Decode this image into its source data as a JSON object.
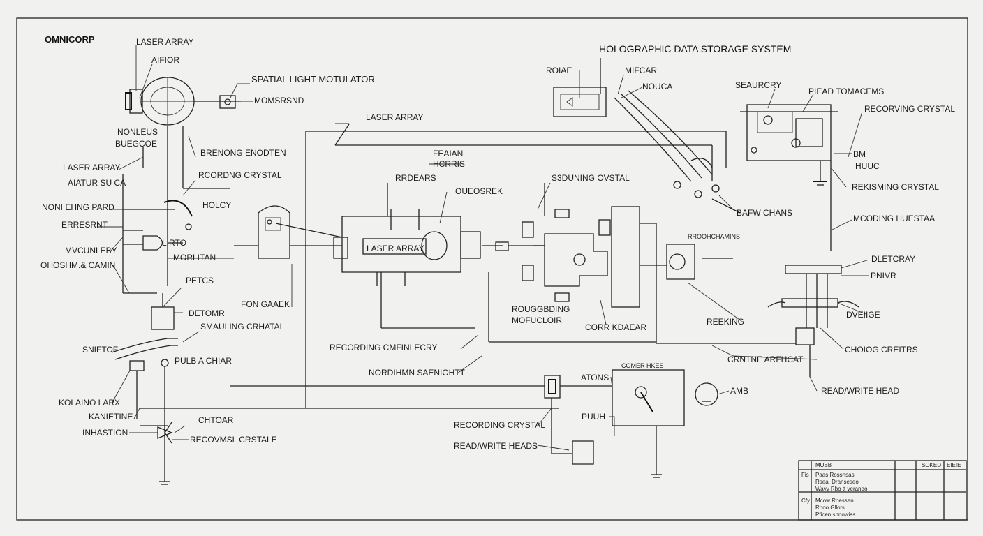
{
  "brand": "OMNICORP",
  "title": "HOLOGRAPHIC DATA STORAGE SYSTEM",
  "labels": {
    "l01": "LASER ARRAY",
    "l02": "AIFIOR",
    "l03": "SPATIAL LIGHT MOTULATOR",
    "l04": "MOMSRSND",
    "l05a": "NONLEUS",
    "l05b": "BUEGCOE",
    "l06": "LASER ARRAY",
    "l07": "AIATUR SU CA",
    "l08": "BRENONG ENODTEN",
    "l09": "RCORDNG CRYSTAL",
    "l10": "HOLCY",
    "l11": "NONI EHNG PARD",
    "l12": "ERRESRNT",
    "l13": "LIRTO",
    "l14": "MVCUNLEBY",
    "l15": "OHOSHM.& CAMIN",
    "l16": "MORLITAN",
    "l17": "PETCS",
    "l18": "DETOMR",
    "l19": "FON GAAEK",
    "l20": "SMAULING CRHATAL",
    "l21": "SNIFTOF",
    "l22": "PULB A CHIAR",
    "l23": "KOLAINO LARX",
    "l24": "KANIETINE",
    "l25": "CHTOAR",
    "l26": "INHASTION",
    "l27": "RECOVMSL CRSTALE",
    "l28": "LASER ARRAY",
    "l29a": "FEAIAN",
    "l29b": "HCRRIS",
    "l30": "RRDEARS",
    "l31": "OUEOSREK",
    "l32": "S3DUNING OVSTAL",
    "l33": "LASER ARRAY",
    "l34a": "ROUGGBDING",
    "l34b": "MOFUCLOIR",
    "l35": "CORR KDAEAR",
    "l36": "RECORDING CMFINLECRY",
    "l37": "NORDIHMN SAENIOHTT",
    "l38": "ROIAE",
    "l39": "MIFCAR",
    "l40": "NOUCA",
    "l41": "SEAURCRY",
    "l42": "PIEAD TOMACEMS",
    "l43": "RECORVING CRYSTAL",
    "l44a": "BM",
    "l44b": "HUUC",
    "l45": "REKISMING CRYSTAL",
    "l46": "BAFW CHANS",
    "l47": "MCODING HUESTAA",
    "l48": "RROOHCHAMINS",
    "l49": "DLETCRAY",
    "l50": "PNIVR",
    "l51": "DVEIIGE",
    "l52": "REEKING",
    "l53": "CHOIOG CREITRS",
    "l54": "CRNTNE ARFHCAT",
    "l55": "COMER HKES",
    "l56": "ATONS",
    "l57": "AMB",
    "l58": "READ/WRITE HEAD",
    "l59": "RECORDING CRYSTAL",
    "l60": "PUUH",
    "l61": "READ/WRITE HEADS"
  },
  "title_block": {
    "h1": "MUBB",
    "h2": "SOKED",
    "h3": "EIEIE",
    "r1": "Fis",
    "r1a": "Paas Rossnsas",
    "r1b": "Rsea. Dranseseo",
    "r1c": "Wavv Rbo tt veraneo",
    "r2": "Cfy",
    "r2a": "Mcow Rnessen",
    "r2b": "Rhoo Gllots",
    "r2c": "Pficen shnowiss"
  }
}
